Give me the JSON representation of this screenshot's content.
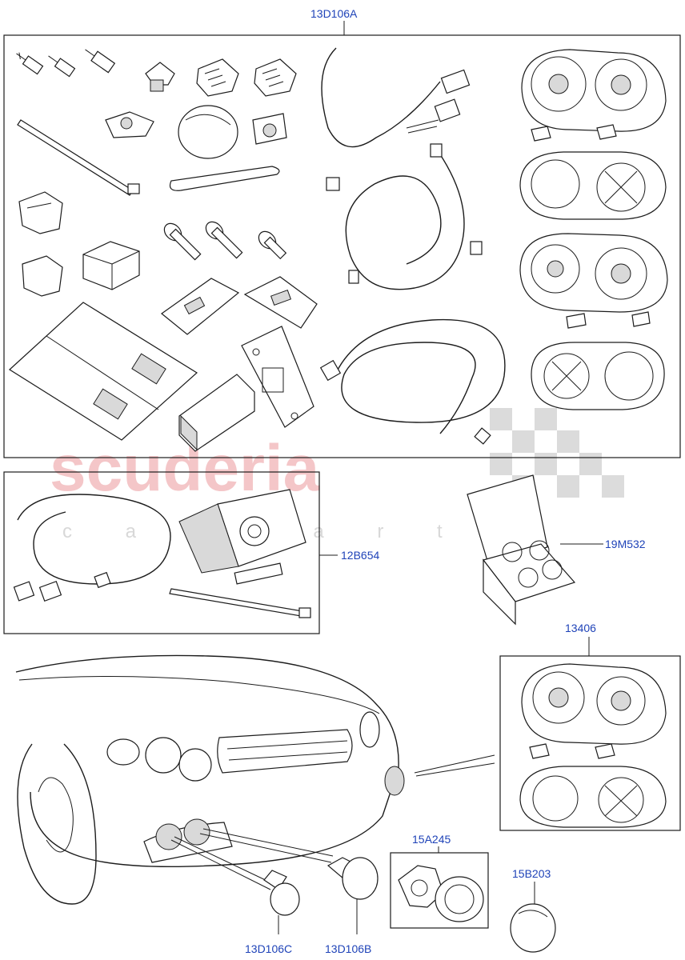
{
  "watermark": {
    "brand": "scuderia",
    "sub": "c a r p a r t s"
  },
  "callouts": {
    "main_kit": "13D106A",
    "switch_kit": "12B654",
    "bulb_kit": "19M532",
    "lamp_bezel": "13406",
    "lamp_ring": "15A245",
    "cover": "15B203",
    "lamp_left": "13D106C",
    "lamp_right": "13D106B"
  },
  "colors": {
    "callout": "#1f43b8",
    "line": "#1c1c1c",
    "watermark": "#f4c6c8"
  }
}
